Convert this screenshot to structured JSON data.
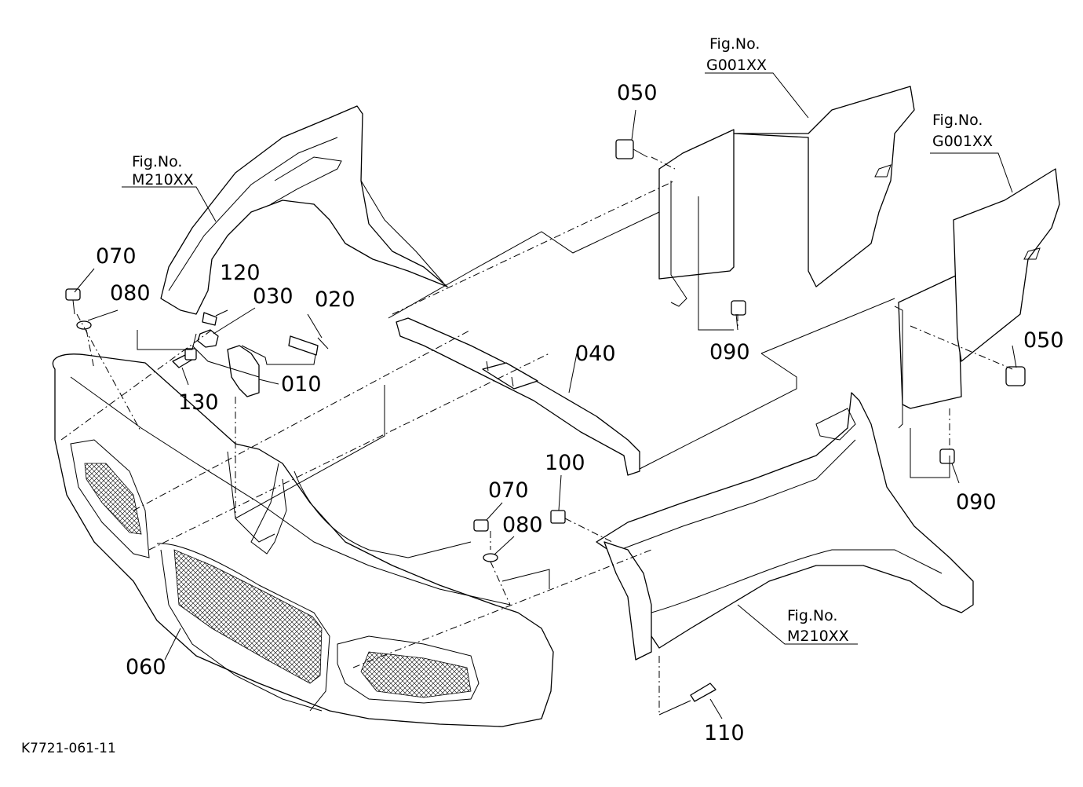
{
  "diagram_code": "K7721-061-11",
  "fig_refs": [
    {
      "line1": "Fig.No.",
      "line2": "M210XX"
    },
    {
      "line1": "Fig.No.",
      "line2": "G001XX"
    },
    {
      "line1": "Fig.No.",
      "line2": "G001XX"
    },
    {
      "line1": "Fig.No.",
      "line2": "M210XX"
    }
  ],
  "callouts": {
    "p010": "010",
    "p020": "020",
    "p030": "030",
    "p040": "040",
    "p050a": "050",
    "p050b": "050",
    "p060": "060",
    "p070a": "070",
    "p070b": "070",
    "p080a": "080",
    "p080b": "080",
    "p090a": "090",
    "p090b": "090",
    "p100": "100",
    "p110": "110",
    "p120": "120",
    "p130": "130"
  }
}
